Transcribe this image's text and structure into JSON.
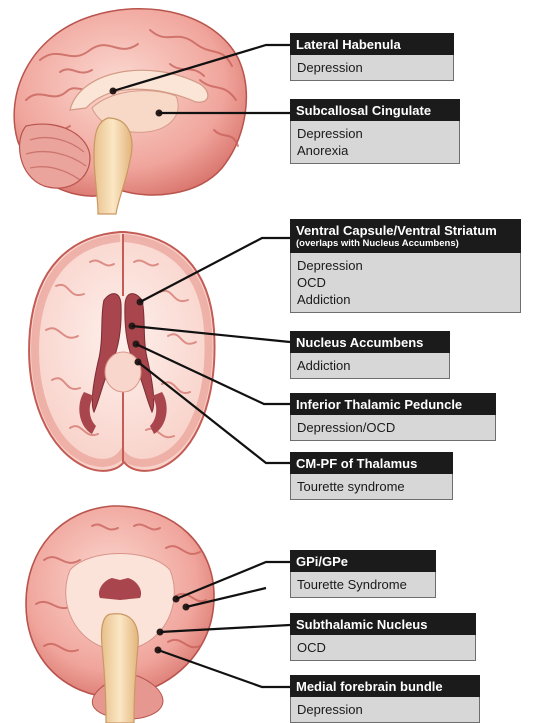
{
  "callouts": [
    {
      "title": "Lateral Habenula",
      "subtitle": "",
      "items": [
        "Depression"
      ]
    },
    {
      "title": "Subcallosal Cingulate",
      "subtitle": "",
      "items": [
        "Depression",
        "Anorexia"
      ]
    },
    {
      "title": "Ventral Capsule/Ventral Striatum",
      "subtitle": "(overlaps with Nucleus Accumbens)",
      "items": [
        "Depression",
        "OCD",
        "Addiction"
      ]
    },
    {
      "title": "Nucleus Accumbens",
      "subtitle": "",
      "items": [
        "Addiction"
      ]
    },
    {
      "title": "Inferior Thalamic Peduncle",
      "subtitle": "",
      "items": [
        "Depression/OCD"
      ]
    },
    {
      "title": "CM-PF of Thalamus",
      "subtitle": "",
      "items": [
        "Tourette syndrome"
      ]
    },
    {
      "title": "GPi/GPe",
      "subtitle": "",
      "items": [
        "Tourette Syndrome"
      ]
    },
    {
      "title": "Subthalamic Nucleus",
      "subtitle": "",
      "items": [
        "OCD"
      ]
    },
    {
      "title": "Medial forebrain bundle",
      "subtitle": "",
      "items": [
        "Depression"
      ]
    }
  ],
  "colors": {
    "brain_outer": "#e9938c",
    "brain_inner": "#f6d6d0",
    "stem": "#f4dcb4",
    "callout_head": "#1b1b1b",
    "callout_body": "#d7d7d7"
  }
}
